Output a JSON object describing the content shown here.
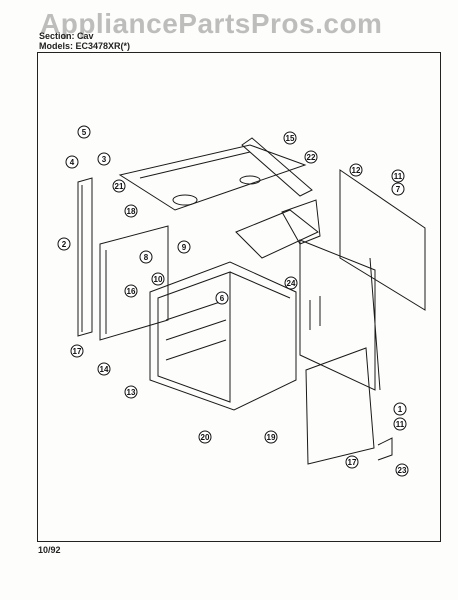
{
  "watermark": "AppliancePartsPros.com",
  "header": {
    "section_line": "Section: Cav",
    "models_line": "Models: EC3478XR(*)"
  },
  "footer": {
    "date_code": "10/92"
  },
  "diagram": {
    "callouts": [
      "1",
      "2",
      "3",
      "4",
      "5",
      "6",
      "7",
      "8",
      "9",
      "10",
      "11",
      "11",
      "12",
      "13",
      "14",
      "15",
      "16",
      "17",
      "17",
      "18",
      "19",
      "20",
      "21",
      "22",
      "23",
      "24"
    ]
  }
}
